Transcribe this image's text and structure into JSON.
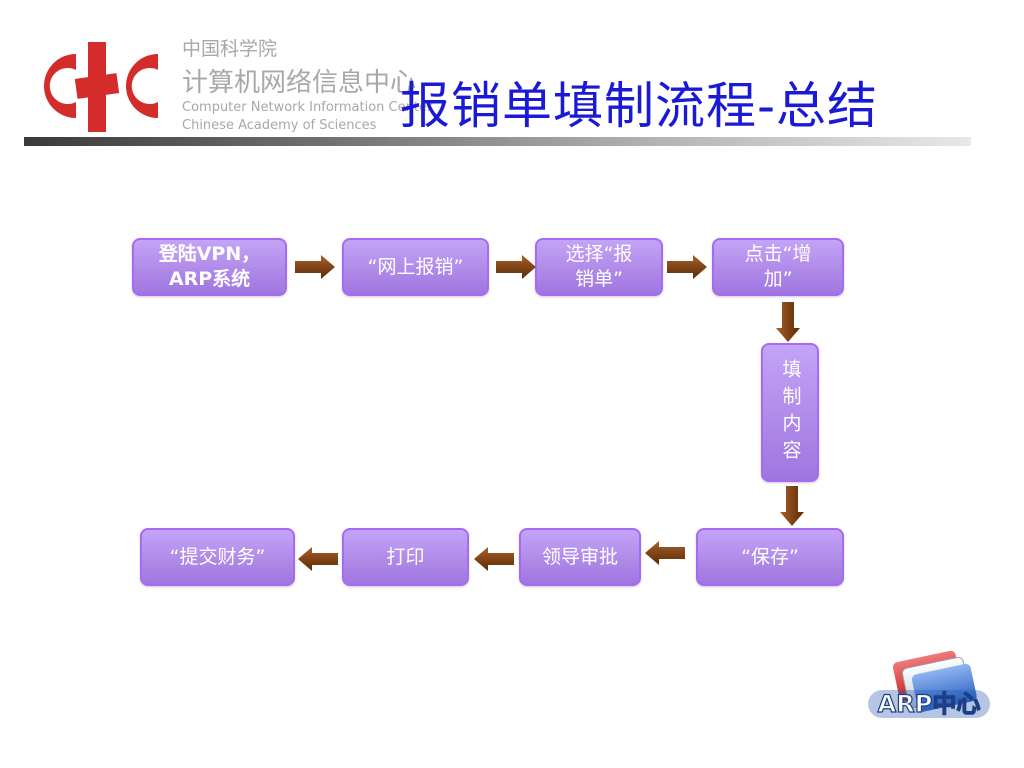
{
  "org": {
    "name_cn_small": "中国科学院",
    "name_cn_large": "计算机网络信息中心",
    "name_en_line1": "Computer Network Information Center",
    "name_en_line2": "Chinese Academy of Sciences",
    "logo_letters": "CNC"
  },
  "title": "报销单填制流程-总结",
  "steps": [
    {
      "id": "login",
      "label": "登陆VPN，\nARP系统"
    },
    {
      "id": "online-reimburse",
      "label": "“网上报销”"
    },
    {
      "id": "select-form",
      "label": "选择“报\n销单”"
    },
    {
      "id": "click-add",
      "label": "点击“增\n加”"
    },
    {
      "id": "fill-content",
      "label": "填制内容"
    },
    {
      "id": "save",
      "label": "“保存”"
    },
    {
      "id": "leader-approve",
      "label": "领导审批"
    },
    {
      "id": "print",
      "label": "打印"
    },
    {
      "id": "submit-finance",
      "label": "“提交财务”"
    }
  ],
  "footer_logo": {
    "text": "ARP中心"
  },
  "colors": {
    "title": "#1a1ad6",
    "node_fill": "#b08ae8",
    "node_border": "#a56cf2",
    "arrow": "#7a3b08",
    "logo_red": "#d42b2b"
  }
}
